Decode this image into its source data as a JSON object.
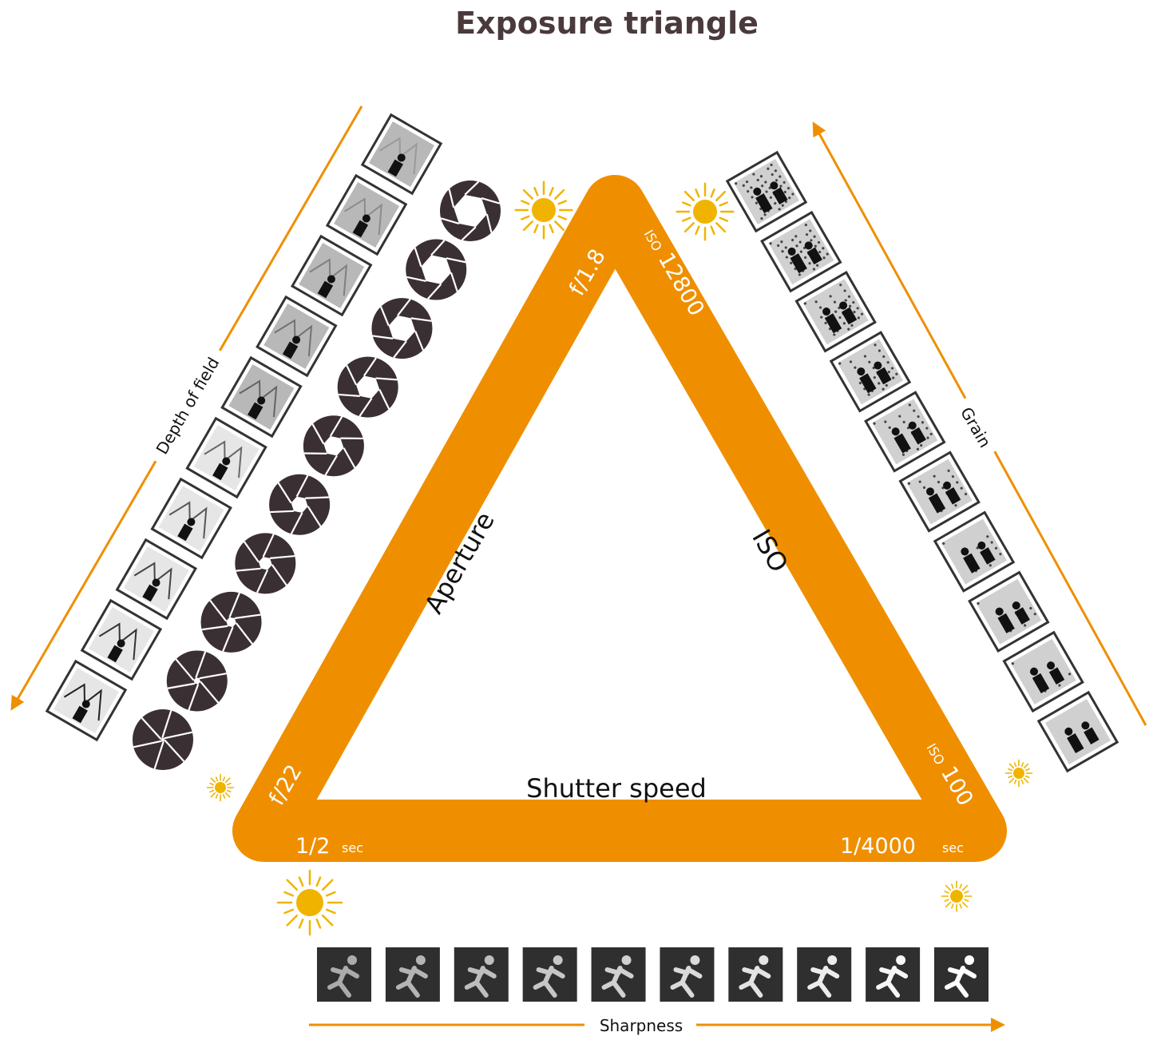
{
  "title": "Exposure triangle",
  "triangle": {
    "color": "#ef8f00",
    "sides": {
      "aperture": "Aperture",
      "iso": "ISO",
      "shutter": "Shutter speed"
    },
    "corners": {
      "aperture_wide": "f/1.8",
      "aperture_narrow": "f/22",
      "iso_high_prefix": "ISO",
      "iso_high_value": "12800",
      "iso_low_prefix": "ISO",
      "iso_low_value": "100",
      "shutter_slow_value": "1/2",
      "shutter_slow_unit": "sec",
      "shutter_fast_value": "1/4000",
      "shutter_fast_unit": "sec"
    }
  },
  "scales": {
    "depth_of_field": "Depth of field",
    "grain": "Grain",
    "sharpness": "Sharpness"
  },
  "icons": {
    "sun": "sun-icon",
    "aperture_blade": "aperture-icon",
    "dof_thumbnail": "depth-of-field-thumbnail-icon",
    "grain_thumbnail": "grain-thumbnail-icon",
    "runner": "running-person-icon"
  },
  "colors": {
    "accent": "#ef8f00",
    "sun": "#f0b400",
    "dark": "#3a2f33",
    "title": "#4a3a3c"
  }
}
